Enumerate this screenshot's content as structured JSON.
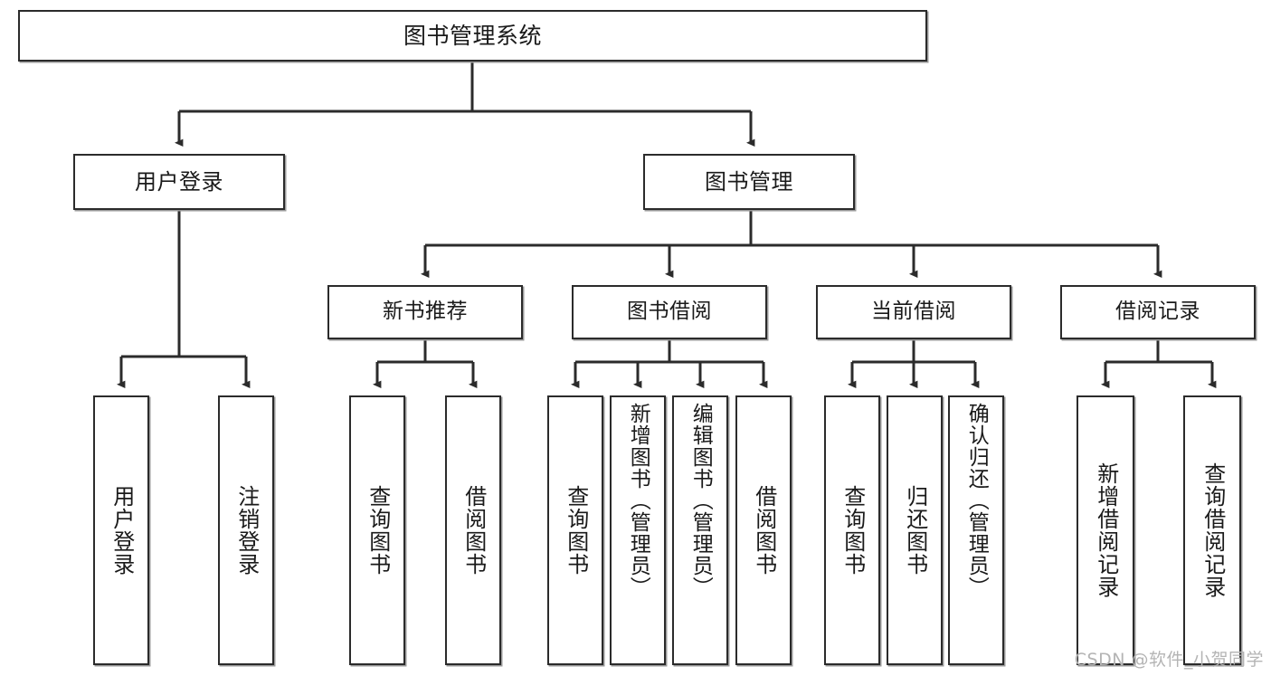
{
  "diagram": {
    "title": "图书管理系统",
    "watermark": "CSDN @软件_小贺同学",
    "edge_color": "#2b2b2b",
    "box_border_color": "#2b2b2b",
    "box_fill_color": "#ffffff",
    "text_color": "#1a1a1a",
    "watermark_color": "#b4b4b4",
    "nodes": {
      "root": {
        "label": "图书管理系统"
      },
      "level2": [
        {
          "label": "用户登录"
        },
        {
          "label": "图书管理"
        }
      ],
      "level3": [
        {
          "label": "新书推荐"
        },
        {
          "label": "图书借阅"
        },
        {
          "label": "当前借阅"
        },
        {
          "label": "借阅记录"
        }
      ],
      "leaves": {
        "user_login": [
          {
            "label": "用户登录"
          },
          {
            "label": "注销登录"
          }
        ],
        "new_book_recommend": [
          {
            "label": "查询图书"
          },
          {
            "label": "借阅图书"
          }
        ],
        "book_borrow": [
          {
            "label": "查询图书"
          },
          {
            "label": "新增图书（管理员）"
          },
          {
            "label": "编辑图书（管理员）"
          },
          {
            "label": "借阅图书"
          }
        ],
        "current_borrow": [
          {
            "label": "查询图书"
          },
          {
            "label": "归还图书"
          },
          {
            "label": "确认归还（管理员）"
          }
        ],
        "borrow_record": [
          {
            "label": "新增借阅记录"
          },
          {
            "label": "查询借阅记录"
          }
        ]
      }
    }
  }
}
